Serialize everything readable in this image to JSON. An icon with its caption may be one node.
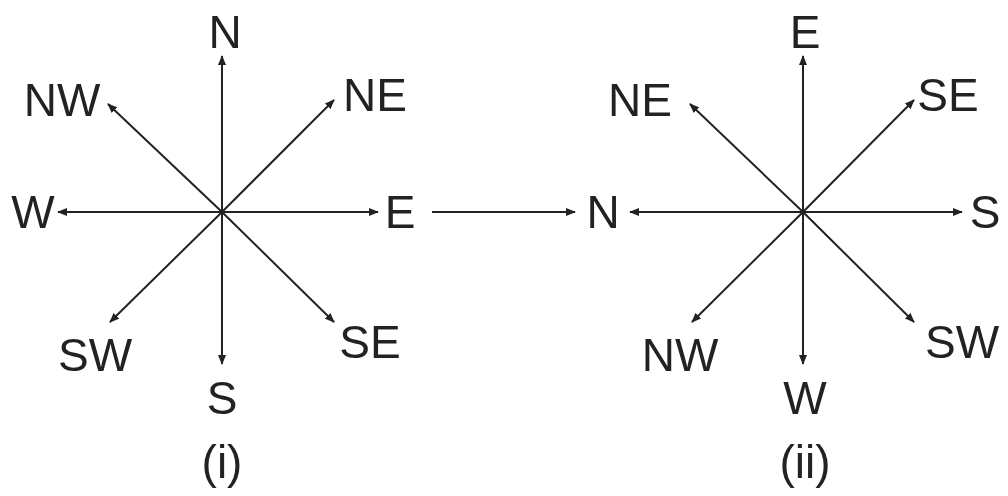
{
  "diagram": {
    "nodes": [
      {
        "text": [
          "N"
        ]
      },
      {
        "text": [
          "NW"
        ]
      },
      {
        "text": [
          "NE"
        ]
      },
      {
        "text": [
          "W"
        ]
      },
      {
        "text": [
          "E"
        ]
      },
      {
        "text": [
          "SW"
        ]
      },
      {
        "text": [
          "SE"
        ]
      },
      {
        "text": [
          "S"
        ]
      },
      {
        "text": [
          "E"
        ]
      },
      {
        "text": [
          "NE"
        ]
      },
      {
        "text": [
          "SE"
        ]
      },
      {
        "text": [
          "N"
        ]
      },
      {
        "text": [
          "S"
        ]
      },
      {
        "text": [
          "NW"
        ]
      },
      {
        "text": [
          "SW"
        ]
      },
      {
        "text": [
          "W"
        ]
      }
    ],
    "edges": [
      {
        "from": null,
        "to": 0,
        "arrow": "to"
      },
      {
        "from": null,
        "to": 1,
        "arrow": "to"
      },
      {
        "from": null,
        "to": 2,
        "arrow": "to"
      },
      {
        "from": null,
        "to": 3,
        "arrow": "to"
      },
      {
        "from": null,
        "to": 4,
        "arrow": "to"
      },
      {
        "from": null,
        "to": 5,
        "arrow": "to"
      },
      {
        "from": null,
        "to": 6,
        "arrow": "to"
      },
      {
        "from": null,
        "to": 7,
        "arrow": "to"
      },
      {
        "from": 4,
        "to": 11,
        "arrow": "to"
      },
      {
        "from": null,
        "to": 8,
        "arrow": "to"
      },
      {
        "from": null,
        "to": 9,
        "arrow": "to"
      },
      {
        "from": null,
        "to": 10,
        "arrow": "to"
      },
      {
        "from": null,
        "to": 11,
        "arrow": "to"
      },
      {
        "from": null,
        "to": 12,
        "arrow": "to"
      },
      {
        "from": null,
        "to": 13,
        "arrow": "to"
      },
      {
        "from": null,
        "to": 14,
        "arrow": "to"
      },
      {
        "from": null,
        "to": 15,
        "arrow": "to"
      }
    ],
    "labels": [
      "(i)",
      "(ii)"
    ]
  }
}
